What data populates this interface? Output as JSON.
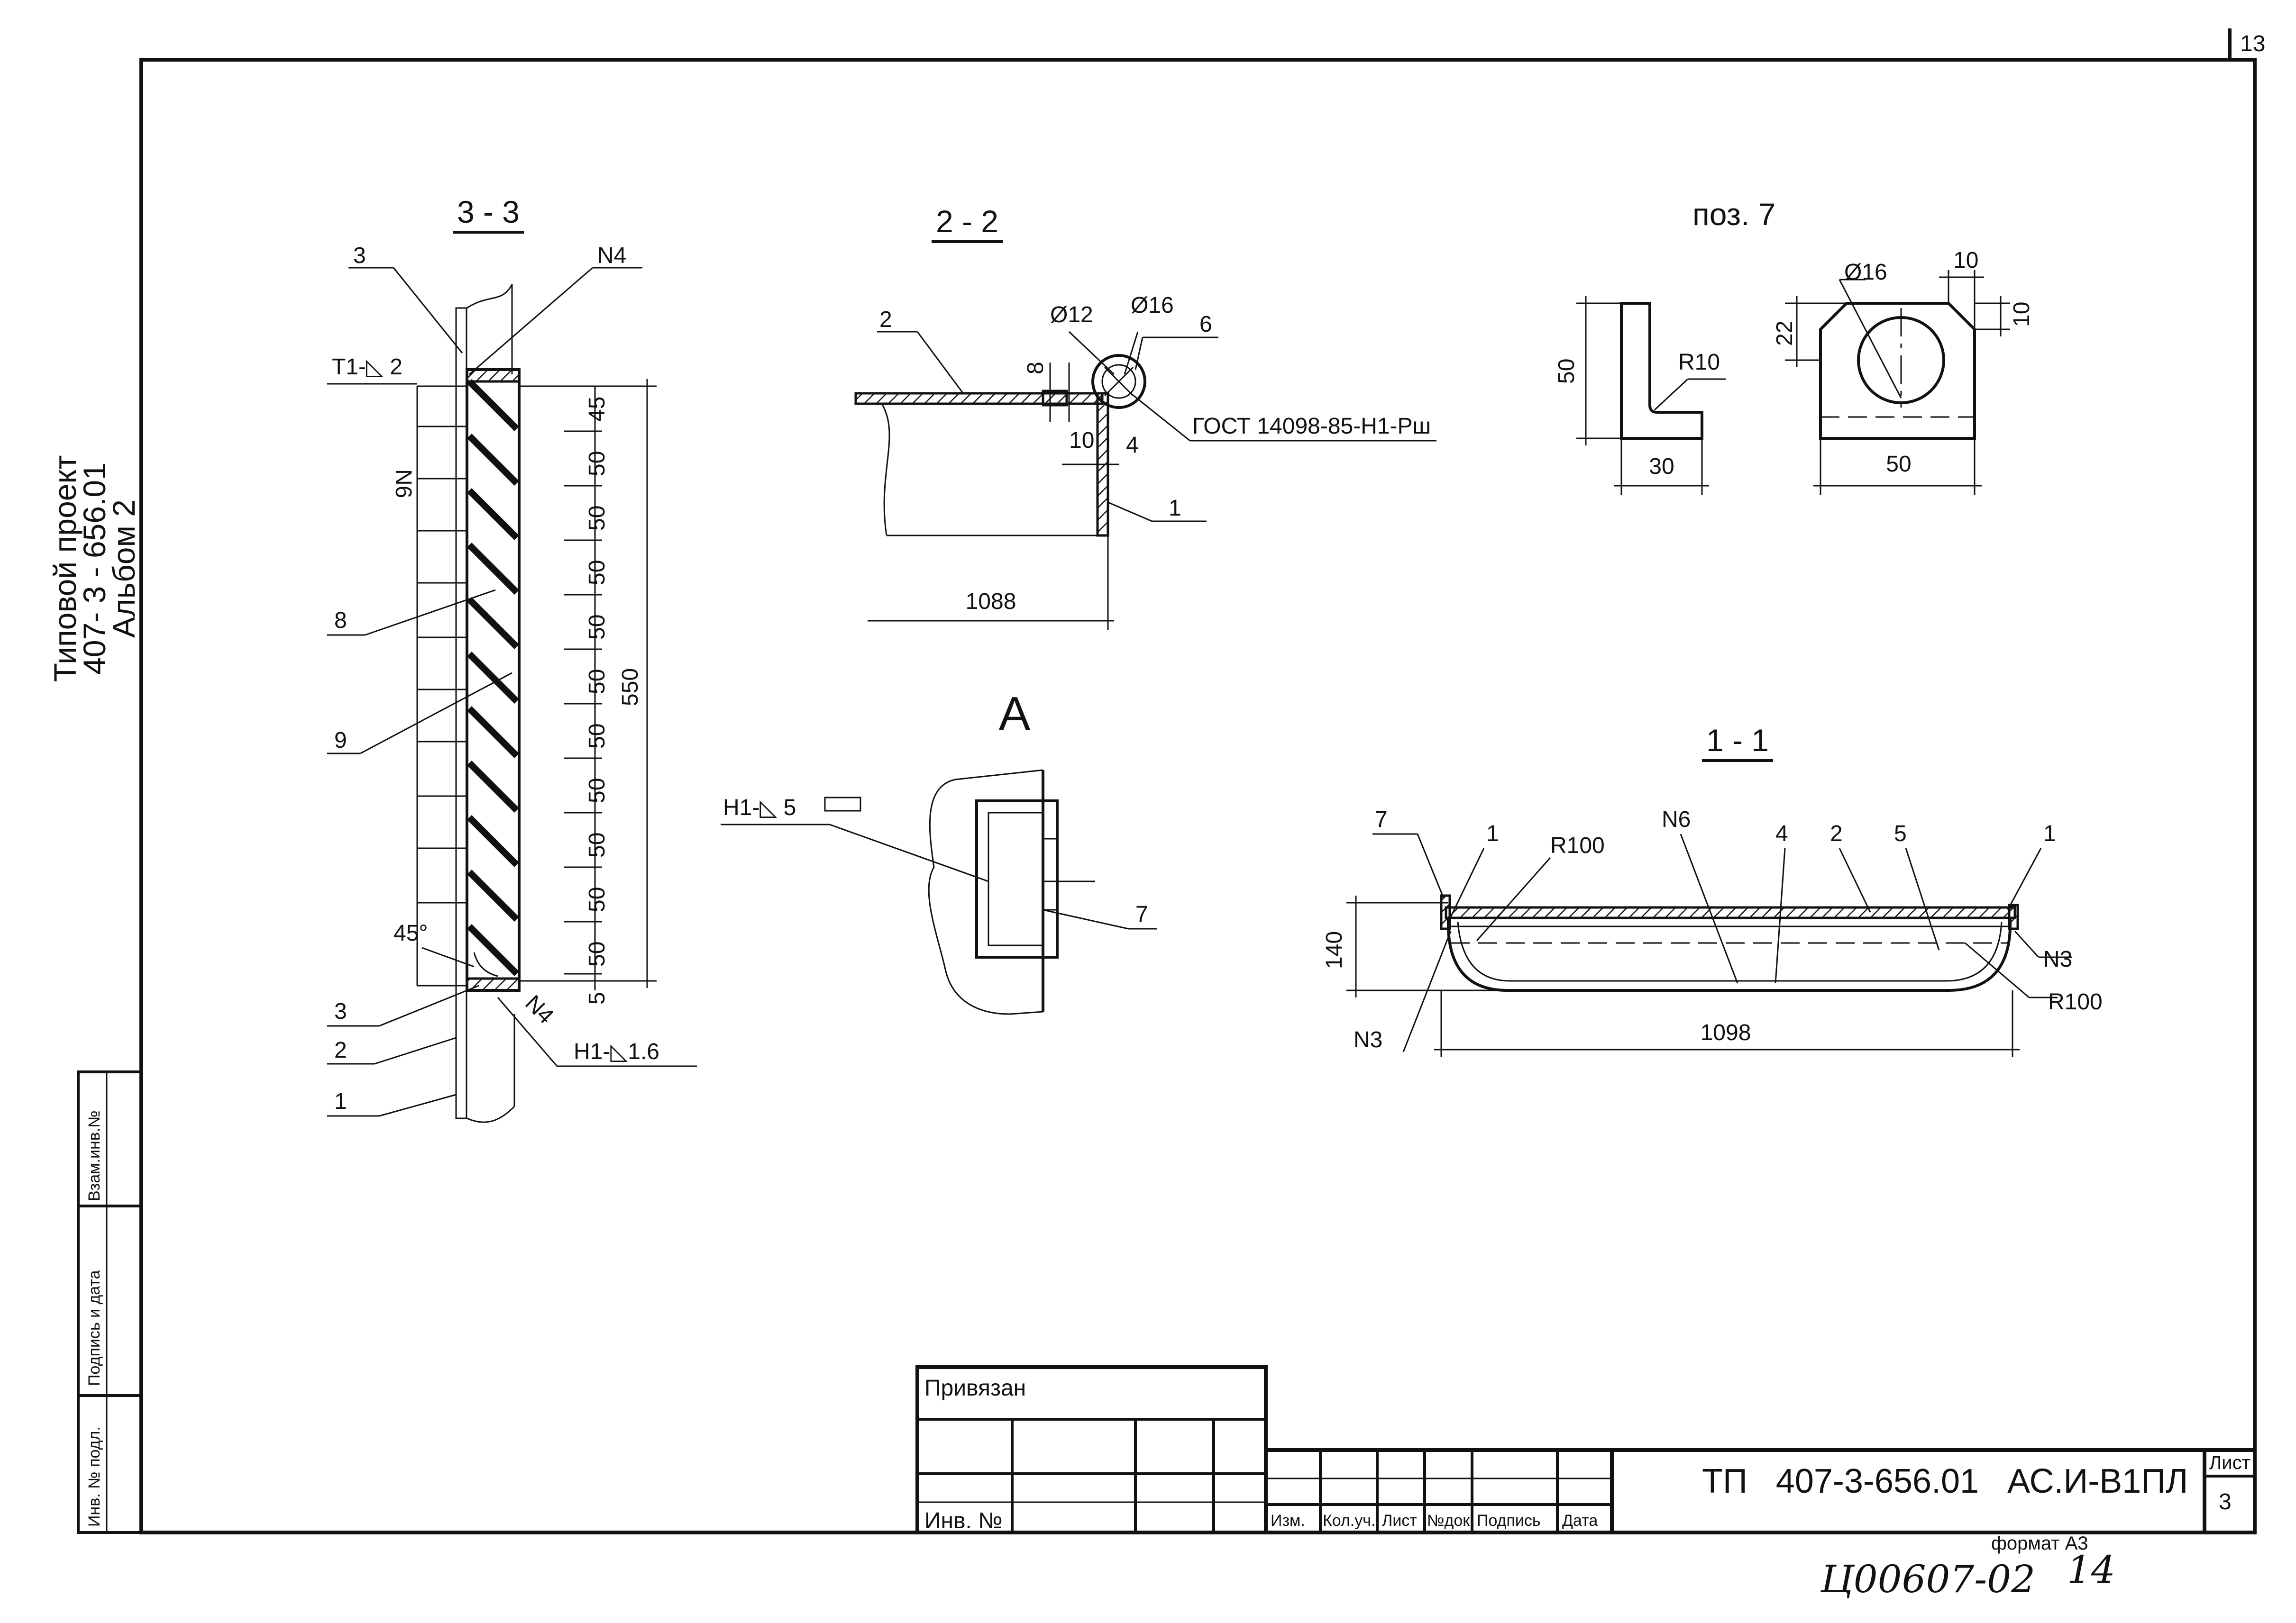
{
  "page": {
    "sheet_number_top": "13",
    "format_label": "формат А3",
    "archive_number": "Ц00607-02",
    "archive_sheet": "14"
  },
  "side_title": {
    "line1": "Типовой проект",
    "line2": "407- 3 - 656.01",
    "line3": "Альбом 2"
  },
  "side_stamp": {
    "vzam": "Взам.инв.№",
    "podpis": "Подпись и дата",
    "inv": "Инв. № подл."
  },
  "section_3_3": {
    "title": "3 - 3",
    "labels": {
      "pos3_top": "3",
      "n4_top": "N4",
      "weld_t1": "Т1-◺ 2",
      "n6": "N6",
      "pos8": "8",
      "pos9": "9",
      "angle": "45°",
      "pos3_bottom": "3",
      "pos2": "2",
      "pos1": "1",
      "n4_bottom": "N4",
      "weld_h1": "Н1-◺1.6"
    },
    "dims_right": [
      "45",
      "50",
      "50",
      "50",
      "50",
      "50",
      "50",
      "50",
      "50",
      "50",
      "50",
      "5"
    ],
    "dim_total": "550"
  },
  "section_2_2": {
    "title": "2 - 2",
    "labels": {
      "pos2": "2",
      "d12": "Ø12",
      "d16": "Ø16",
      "pos6": "6",
      "dim8": "8",
      "dim10": "10",
      "dim4": "4",
      "gost": "ГОСТ 14098-85-Н1-Рш",
      "pos1": "1",
      "dim1088": "1088"
    }
  },
  "poz7": {
    "title": "поз. 7",
    "labels": {
      "dim50_v": "50",
      "r10": "R10",
      "dim30": "30",
      "d16": "Ø16",
      "dim10_top": "10",
      "dim10_side": "10",
      "dim22": "22",
      "dim50_h": "50"
    }
  },
  "view_a": {
    "title": "А",
    "labels": {
      "weld": "Н1-◺ 5",
      "pos7": "7"
    }
  },
  "section_1_1": {
    "title": "1 - 1",
    "labels": {
      "pos7": "7",
      "pos1_left": "1",
      "r100_top": "R100",
      "n6": "N6",
      "pos4": "4",
      "pos2": "2",
      "pos5": "5",
      "pos1_right": "1",
      "n3_right": "N3",
      "r100_right": "R100",
      "dim140": "140",
      "n3_left": "N3",
      "dim1098": "1098"
    }
  },
  "title_block": {
    "privyazan": "Привязан",
    "inv_no": "Инв. №",
    "columns": [
      "Изм.",
      "Кол.уч.",
      "Лист",
      "№док.",
      "Подпись",
      "Дата"
    ],
    "doc_code": "ТП   407-3-656.01   АС.И-В1ПЛ",
    "list_label": "Лист",
    "list_value": "3"
  }
}
